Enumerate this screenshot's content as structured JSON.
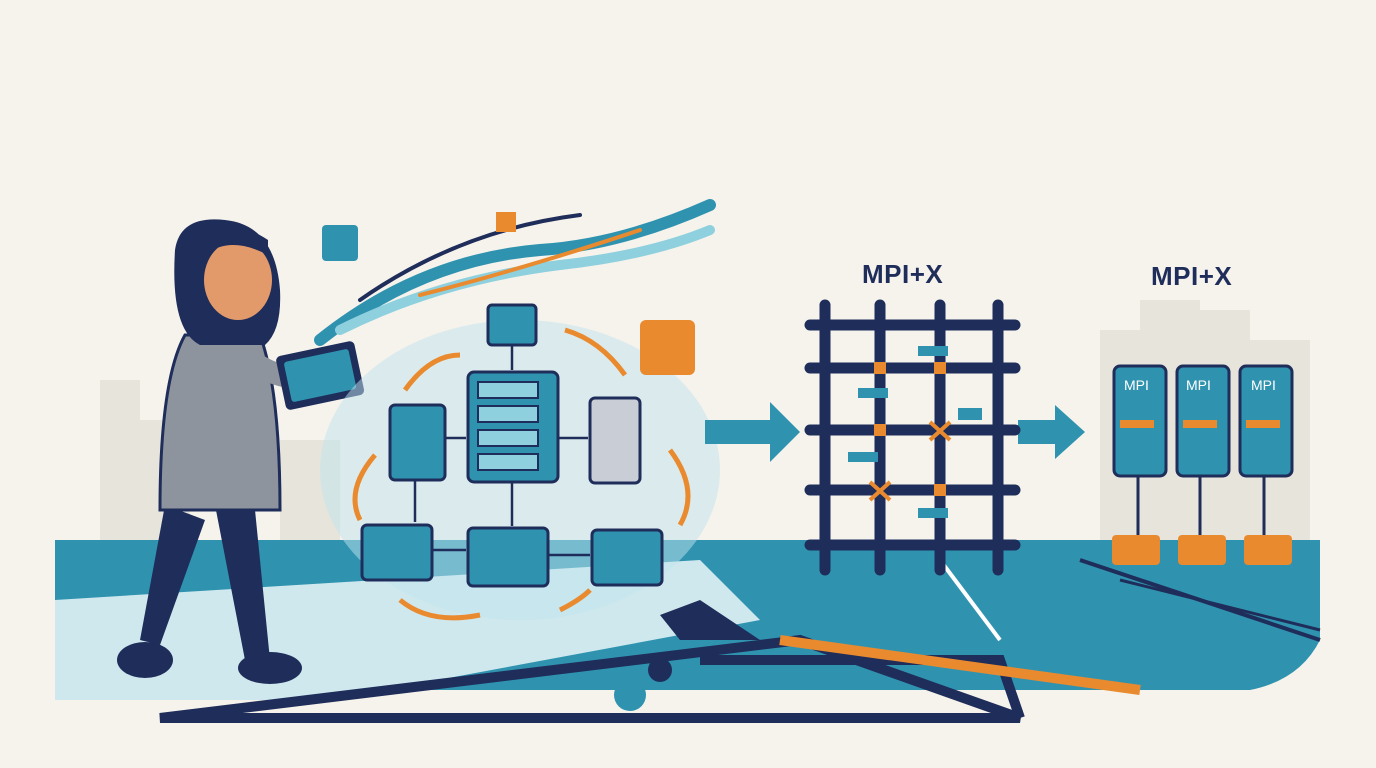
{
  "labels": {
    "left_title": "MPI+X",
    "right_title": "MPI+X",
    "node_a": "MPI",
    "node_b": "MPI",
    "node_c": "MPI"
  },
  "colors": {
    "background": "#f6f3ec",
    "navy": "#1f2d5a",
    "teal": "#2f93b0",
    "light_teal": "#8fd0df",
    "orange": "#e98a2f",
    "skin": "#e39a6b",
    "shirt": "#8d949e"
  }
}
